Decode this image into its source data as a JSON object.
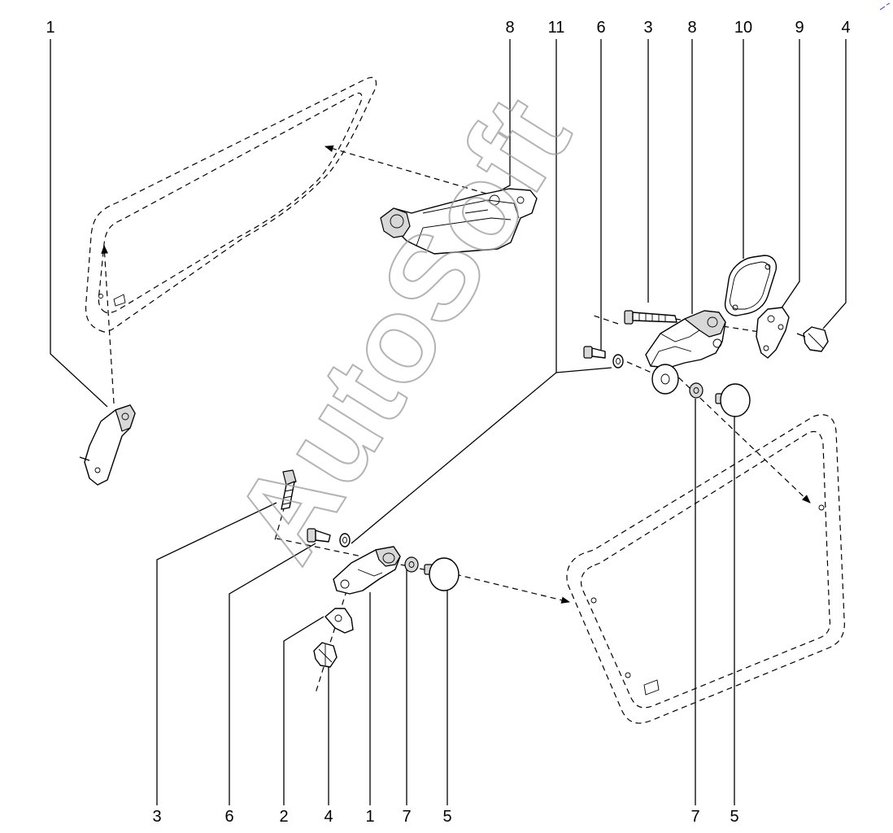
{
  "callouts_top": [
    "1",
    "8",
    "11",
    "6",
    "3",
    "8",
    "10",
    "9",
    "4"
  ],
  "callouts_bottom": [
    "3",
    "6",
    "2",
    "4",
    "1",
    "7",
    "5",
    "7",
    "5"
  ],
  "watermark": "AutoSoft"
}
